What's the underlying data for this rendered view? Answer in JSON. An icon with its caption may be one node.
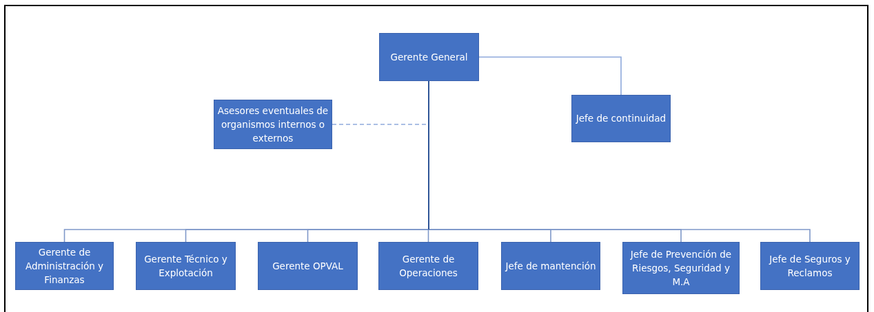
{
  "diagram": {
    "nodes": [
      {
        "text": [
          "Gerente General"
        ]
      },
      {
        "text": [
          "Asesores eventuales de organismos internos o externos"
        ]
      },
      {
        "text": [
          "Jefe de continuidad"
        ]
      },
      {
        "text": [
          "Gerente de Administración y Finanzas"
        ]
      },
      {
        "text": [
          "Gerente Técnico y Explotación"
        ]
      },
      {
        "text": [
          "Gerente OPVAL"
        ]
      },
      {
        "text": [
          "Gerente de Operaciones"
        ]
      },
      {
        "text": [
          "Jefe de mantención"
        ]
      },
      {
        "text": [
          "Jefe de Prevención de Riesgos, Seguridad y M.A"
        ]
      },
      {
        "text": [
          "Jefe de Seguros y Reclamos"
        ]
      }
    ],
    "edges": [
      {
        "from": 0,
        "to": 2,
        "arrow": "none"
      },
      {
        "from": 1,
        "to": 0,
        "arrow": "none",
        "style": "dashed"
      },
      {
        "from": 0,
        "to": 3,
        "arrow": "none"
      },
      {
        "from": 0,
        "to": 4,
        "arrow": "none"
      },
      {
        "from": 0,
        "to": 5,
        "arrow": "none"
      },
      {
        "from": 0,
        "to": 6,
        "arrow": "none"
      },
      {
        "from": 0,
        "to": 7,
        "arrow": "none"
      },
      {
        "from": 0,
        "to": 8,
        "arrow": "none"
      },
      {
        "from": 0,
        "to": 9,
        "arrow": "none"
      }
    ]
  }
}
